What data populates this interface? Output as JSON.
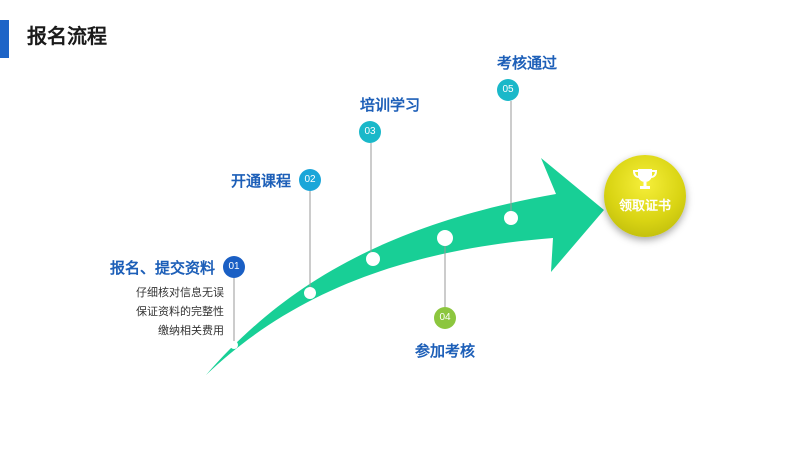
{
  "page": {
    "title": "报名流程"
  },
  "colors": {
    "accent_bar": "#1d64c7",
    "label_blue": "#1d5fb8",
    "arrow_green": "#18cf96",
    "badge_blue": "#1a5fc4",
    "badge_cyan": "#1ba6d9",
    "badge_teal": "#1ab8c9",
    "badge_green": "#8cc63e",
    "connector": "#9a9a9a"
  },
  "steps": [
    {
      "num": "01",
      "label": "报名、提交资料"
    },
    {
      "num": "02",
      "label": "开通课程"
    },
    {
      "num": "03",
      "label": "培训学习"
    },
    {
      "num": "04",
      "label": "参加考核"
    },
    {
      "num": "05",
      "label": "考核通过"
    }
  ],
  "notes": [
    "仔细核对信息无误",
    "保证资料的完整性",
    "缴纳相关费用"
  ],
  "award": {
    "label": "领取证书",
    "icon": "trophy-icon"
  }
}
